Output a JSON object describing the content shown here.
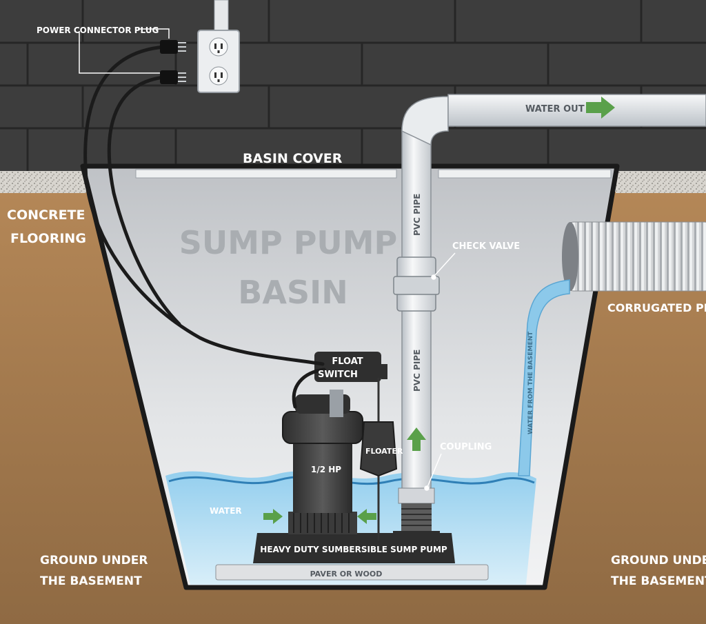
{
  "labels": {
    "power_connector_plug": "POWER CONNECTOR PLUG",
    "basin_cover": "BASIN COVER",
    "water_out": "WATER OUT",
    "concrete_line1": "CONCRETE",
    "concrete_line2": "FLOORING",
    "title_line1": "SUMP PUMP",
    "title_line2": "BASIN",
    "pvc_pipe_upper": "PVC PIPE",
    "pvc_pipe_lower": "PVC PIPE",
    "check_valve": "CHECK VALVE",
    "corrugated_pipe": "CORRUGATED PIPE",
    "water_from_basement": "WATER FROM THE BASEMENT",
    "float_switch_line1": "FLOAT",
    "float_switch_line2": "SWITCH",
    "floater": "FLOATER",
    "coupling": "COUPLING",
    "pump_hp": "1/2 HP",
    "water": "WATER",
    "pump_base": "HEAVY DUTY SUMBERSIBLE SUMP PUMP",
    "paver": "PAVER OR WOOD",
    "ground_left_line1": "GROUND UNDER",
    "ground_left_line2": "THE BASEMENT",
    "ground_right_line1": "GROUND UNDER",
    "ground_right_line2": "THE BASEMENT"
  },
  "colors": {
    "wall": "#3f3f3f",
    "brick_line": "#2a2a2a",
    "soil": "#a77b4f",
    "basin_fill": "#c8c8c8",
    "water": "#7cc0e6",
    "pipe": "#e9ecef",
    "pump": "#3a3a3a",
    "arrow": "#5da24a"
  }
}
